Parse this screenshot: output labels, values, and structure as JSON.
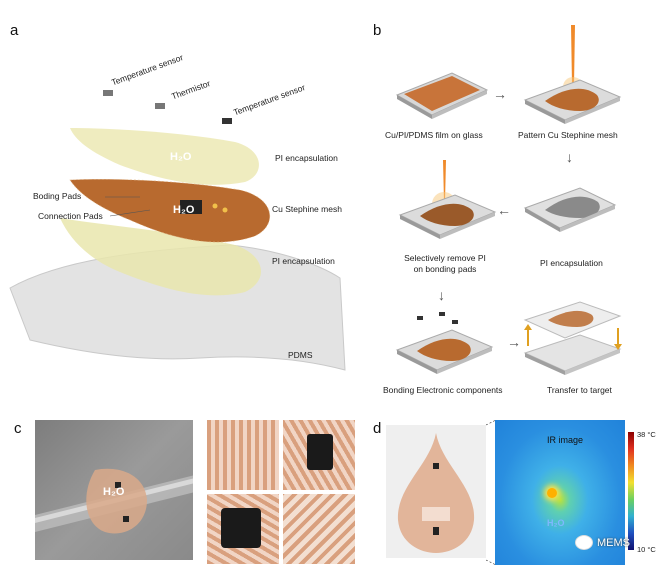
{
  "figure": {
    "panel_a": {
      "letter": "a",
      "labels": {
        "temp_sensor_left": "Temperature sensor",
        "thermistor": "Thermistor",
        "temp_sensor_right": "Temperature sensor",
        "pi_encapsulation_top": "PI encapsulation",
        "boding_pads": "Boding Pads",
        "connection_pads": "Connection Pads",
        "cu_mesh": "Cu Stephine mesh",
        "pi_encapsulation_bottom": "PI encapsulation",
        "pdms": "PDMS",
        "chip_text": "H₂O"
      }
    },
    "panel_b": {
      "letter": "b",
      "steps": {
        "s1": "Cu/PI/PDMS film on glass",
        "s2": "Pattern Cu Stephine mesh",
        "s3_line1": "Selectively remove PI",
        "s3_line2": "on bonding pads",
        "s4": "PI encapsulation",
        "s5": "Bonding Electronic components",
        "s6": "Transfer to target"
      }
    },
    "panel_c": {
      "letter": "c",
      "device_text": "H₂O"
    },
    "panel_d": {
      "letter": "d",
      "ir_title": "IR image",
      "scale_max": "38 °C",
      "scale_min": "10 °C",
      "device_text": "H₂O",
      "watermark": "MEMS"
    },
    "colors": {
      "copper": "#b86a2f",
      "pi_film": "#e6e3a8",
      "pdms": "#e4e4e4",
      "ir_background": "#1f8fe0"
    }
  }
}
